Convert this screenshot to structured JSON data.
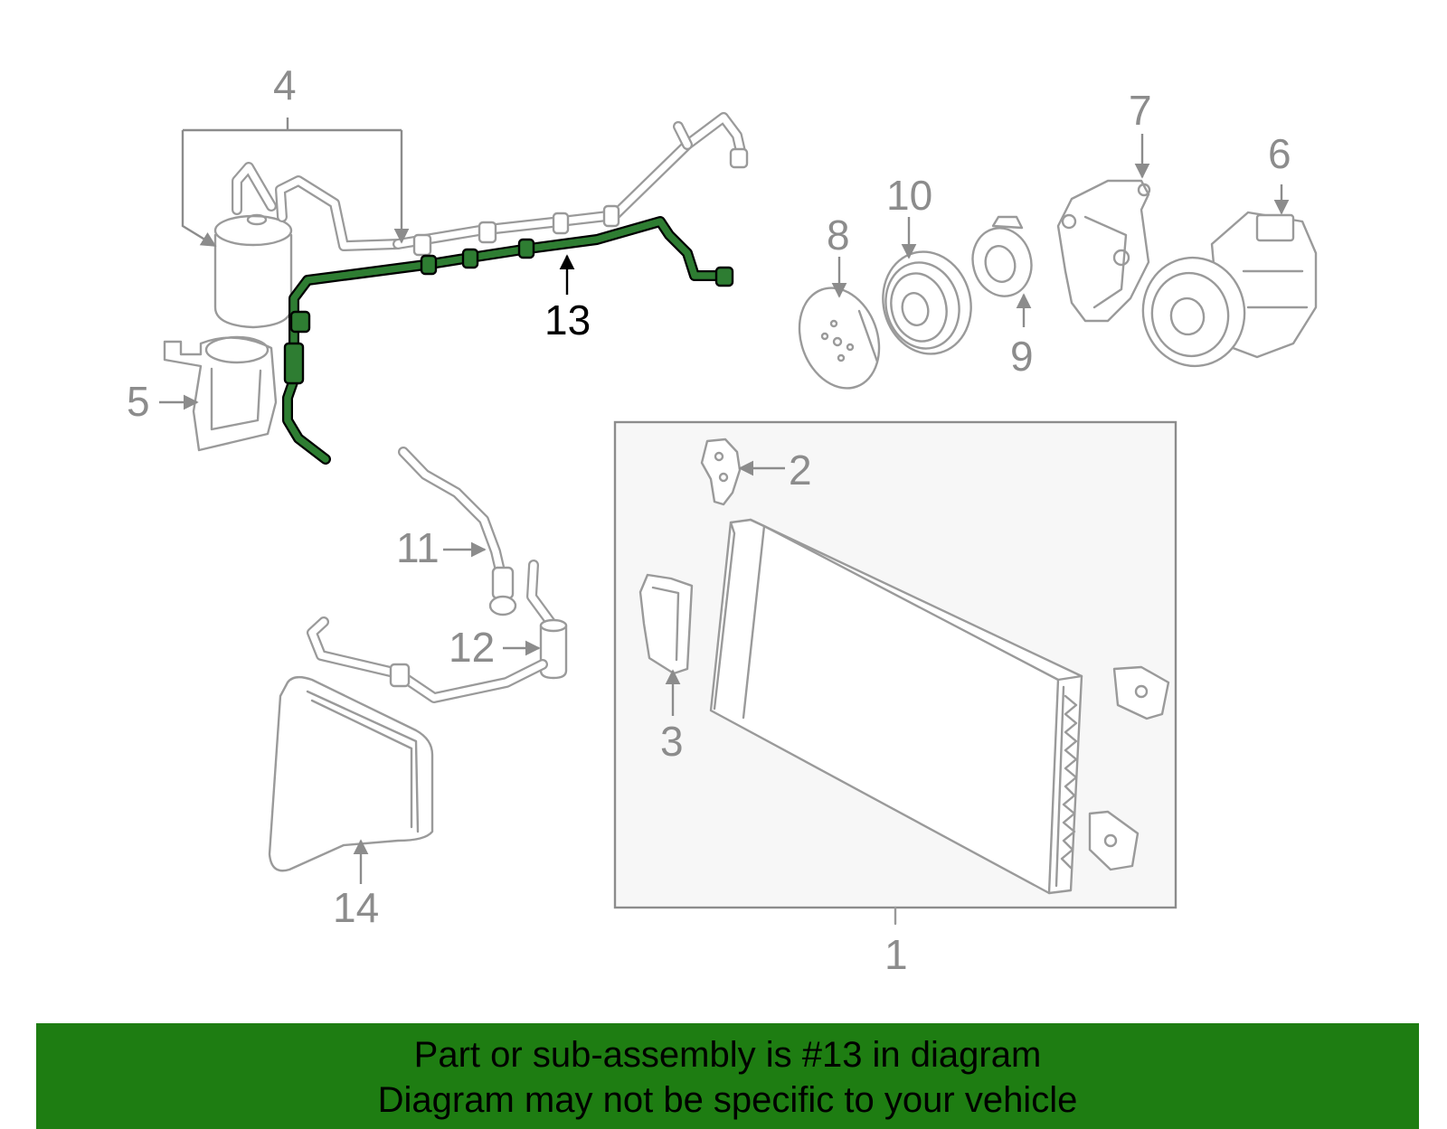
{
  "diagram": {
    "highlight_color": "#2e7d32",
    "highlighted_part": "13",
    "callouts": {
      "c1": "1",
      "c2": "2",
      "c3": "3",
      "c4": "4",
      "c5": "5",
      "c6": "6",
      "c7": "7",
      "c8": "8",
      "c9": "9",
      "c10": "10",
      "c11": "11",
      "c12": "12",
      "c13": "13",
      "c14": "14"
    }
  },
  "banner": {
    "background": "#1e7d12",
    "line1": "Part or sub-assembly is #13 in diagram",
    "line2": "Diagram may not be specific to your vehicle"
  }
}
